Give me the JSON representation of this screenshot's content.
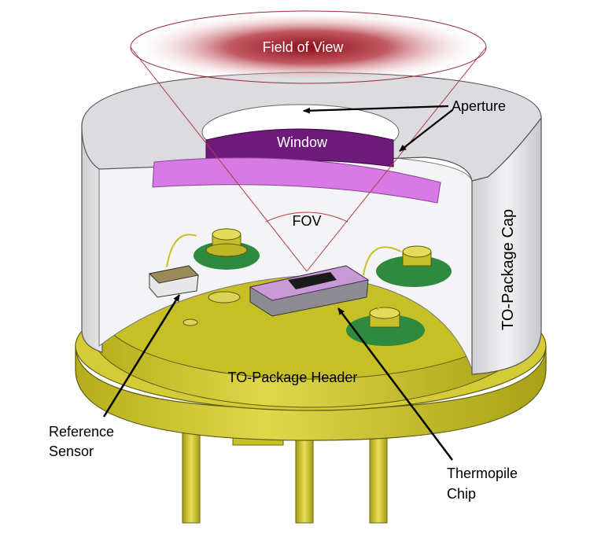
{
  "labels": {
    "field_of_view": "Field of View",
    "aperture": "Aperture",
    "window": "Window",
    "fov": "FOV",
    "cap": "TO-Package Cap",
    "header": "TO-Package Header",
    "reference_line1": "Reference",
    "reference_line2": "Sensor",
    "thermopile_line1": "Thermopile",
    "thermopile_line2": "Chip"
  },
  "colors": {
    "header_gold": "#c8c22a",
    "leads_gold": "#d6cc2e",
    "pad_green": "#2e8a3e",
    "window_purple": "#6e1a7a",
    "filter_violet": "#d77ae6",
    "cap_gray": "#d9d9dc",
    "fov_red": "#a01520"
  }
}
